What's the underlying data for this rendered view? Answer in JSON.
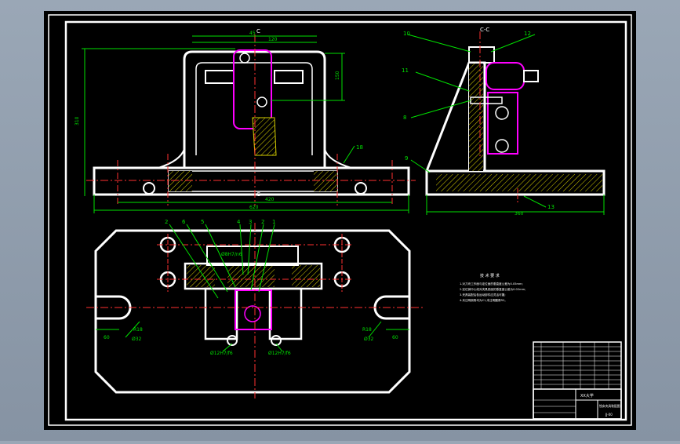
{
  "colors": {
    "background": "#9aa7b6",
    "canvas": "#000000",
    "frame": "#ffffff",
    "dimension": "#00e000",
    "part": "#ffffff",
    "centerline": "#ff3030",
    "component": "#ff00ff",
    "hatch": "#d8d000",
    "leader": "#00e000"
  },
  "front_view": {
    "section_top_label": "C",
    "section_bottom_label": "C",
    "dim_top_a": "45",
    "dim_top_b": "120",
    "dim_height_total": "310",
    "dim_height_right": "150",
    "dim_inner_width": "420",
    "dim_total_width": "620",
    "balloon_18": "18"
  },
  "side_view": {
    "section_label": "C-C",
    "balloons": [
      "10",
      "12",
      "11",
      "8",
      "9",
      "13"
    ],
    "dim_base_width": "360"
  },
  "plan_view": {
    "balloons": [
      "2",
      "6",
      "5",
      "4",
      "3",
      "2",
      "1"
    ],
    "dim_left_slot": "60",
    "dim_right_slot": "60",
    "dim_left_radius": "R18",
    "dim_right_radius": "R18",
    "dim_left_dia": "Ø32",
    "dim_right_dia": "Ø32",
    "fit_left": "Ø12H7/f6",
    "fit_right": "Ø12H7/f6",
    "fit_top": "Ø8H7/n6"
  },
  "tech_requirements": {
    "title": "技 术 要 求",
    "items": [
      "1.对刀块工作面与定位面的垂直度公差为0.05mm;",
      "2.定位销中心线对夹具底面的垂直度公差为0.02mm;",
      "3.夹具装配后各运动部件应灵活可靠;",
      "4.未注明倒角均为C1,未注明圆角R2。"
    ]
  },
  "title_block": {
    "school": "XX大学",
    "drawing_name": "铣床夹具装配图",
    "code": "JJ-00"
  }
}
